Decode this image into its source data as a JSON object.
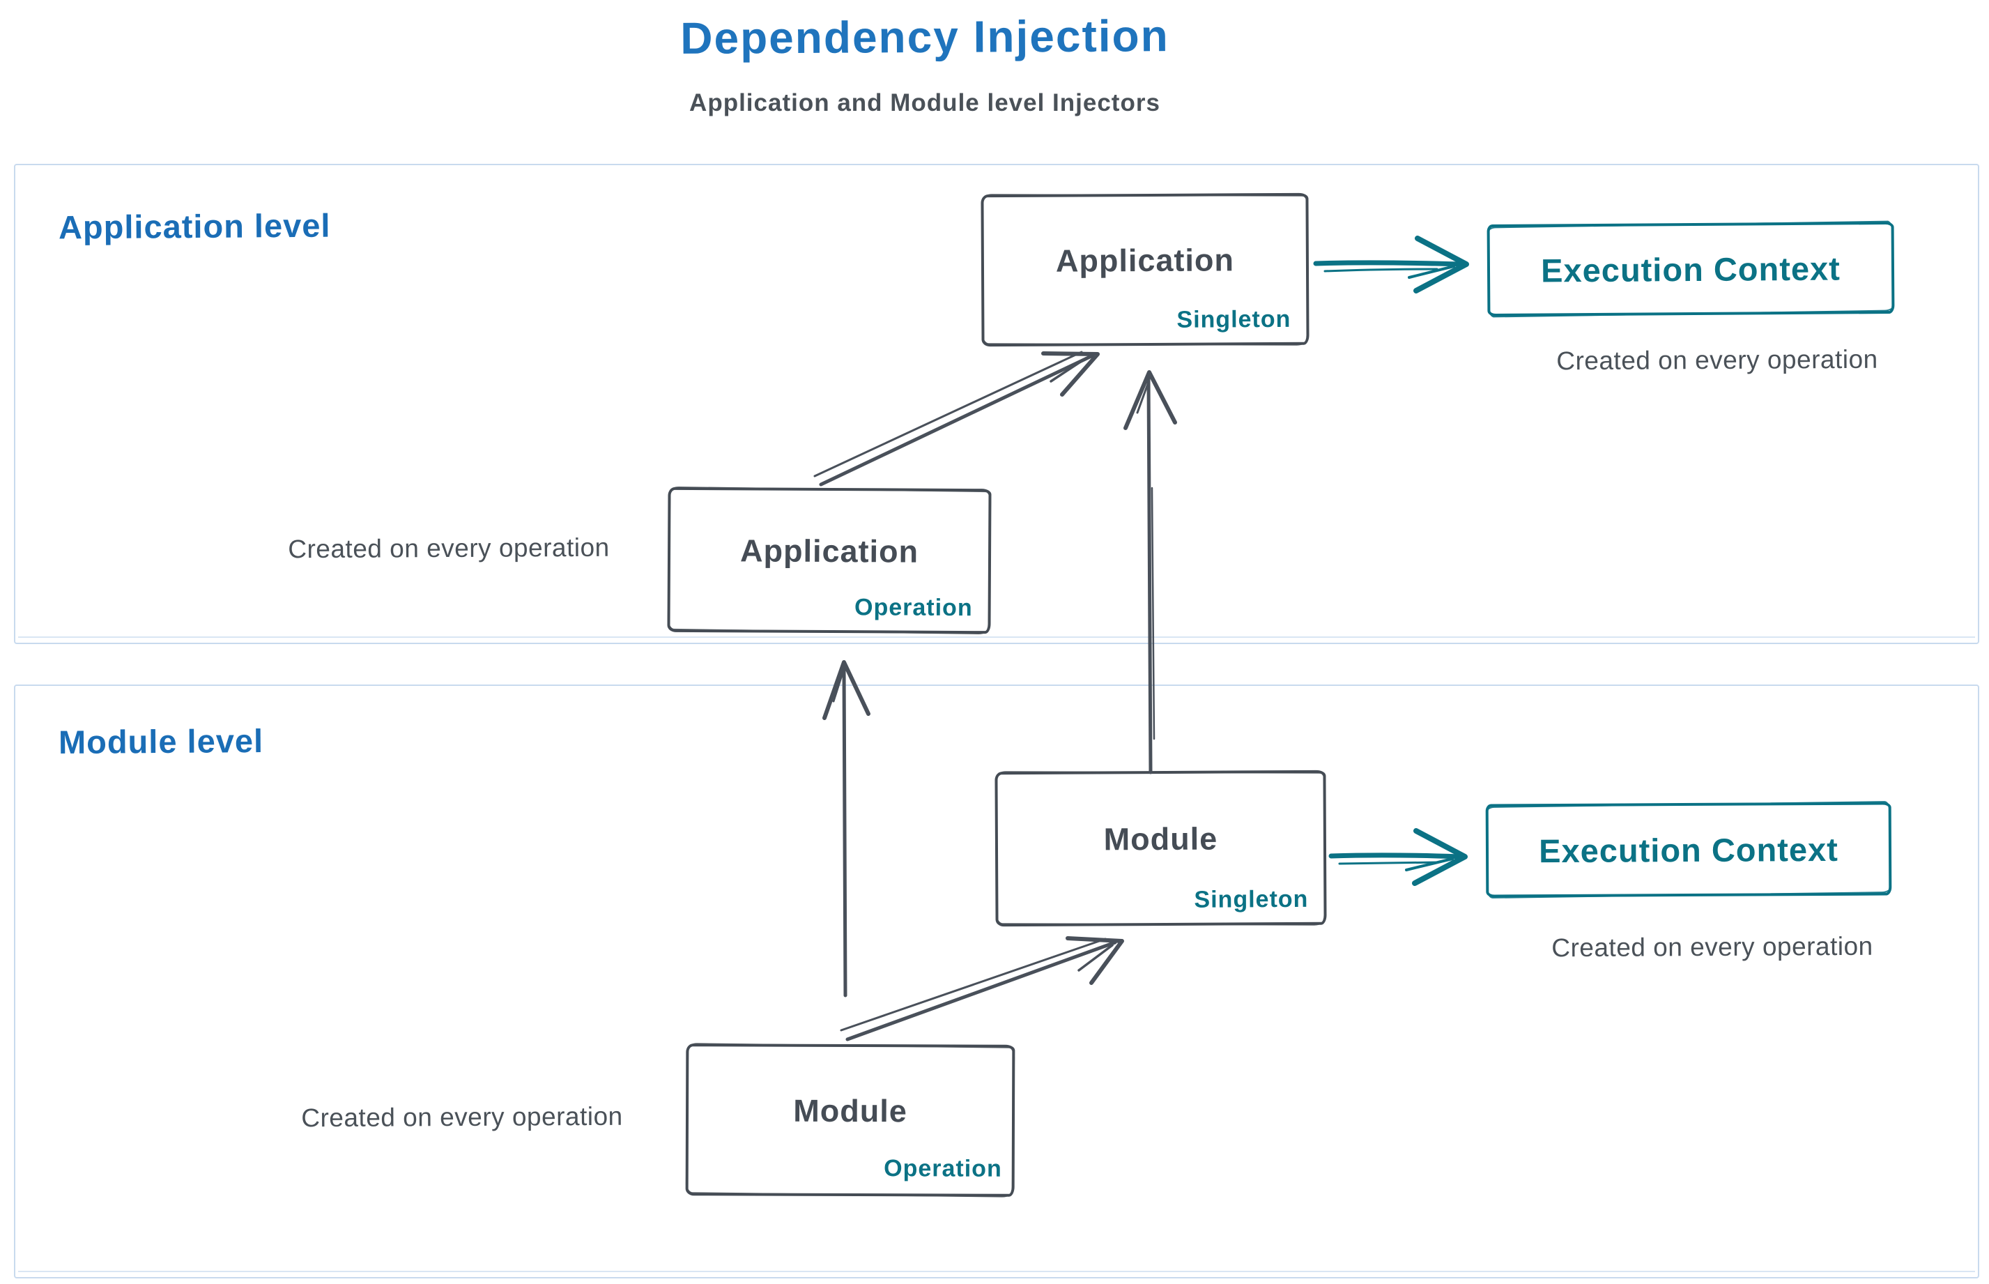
{
  "title": "Dependency Injection",
  "subtitle": "Application and Module level Injectors",
  "palette": {
    "heading_blue": "#1f74bd",
    "section_label_blue": "#1a6db6",
    "teal": "#0b7285",
    "ink": "#49505a",
    "frame_border_blue": "#c8daee"
  },
  "sections": {
    "application": {
      "label": "Application level",
      "singleton_box": {
        "title": "Application",
        "subtitle": "Singleton"
      },
      "operation_box": {
        "title": "Application",
        "subtitle": "Operation"
      },
      "operation_caption": "Created on every operation",
      "execution_context": {
        "label": "Execution Context",
        "caption": "Created on every operation"
      }
    },
    "module": {
      "label": "Module level",
      "singleton_box": {
        "title": "Module",
        "subtitle": "Singleton"
      },
      "operation_box": {
        "title": "Module",
        "subtitle": "Operation"
      },
      "operation_caption": "Created on every operation",
      "execution_context": {
        "label": "Execution Context",
        "caption": "Created on every operation"
      }
    }
  }
}
